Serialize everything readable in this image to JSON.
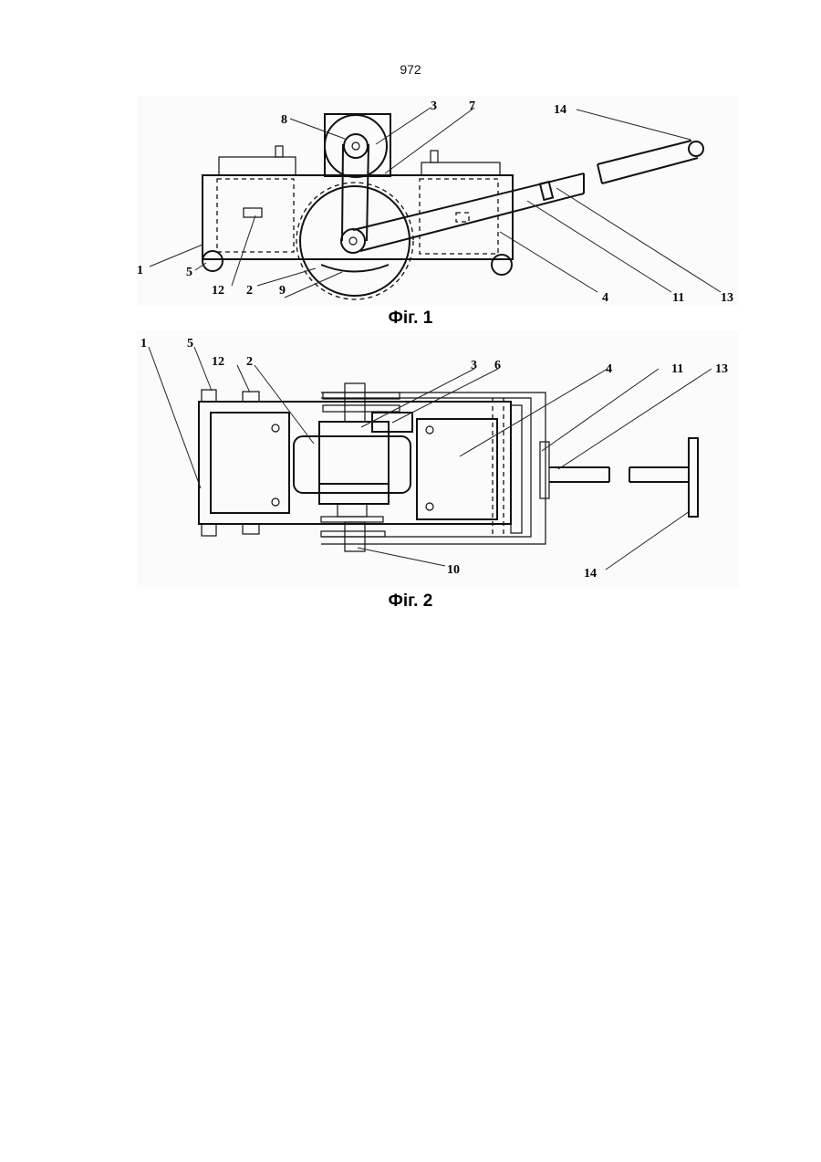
{
  "page": {
    "number": "972"
  },
  "figures": [
    {
      "caption": "Фіг. 1",
      "labels": [
        "14",
        "8",
        "3",
        "7",
        "1",
        "5",
        "12",
        "2",
        "9",
        "4",
        "11",
        "13"
      ]
    },
    {
      "caption": "Фіг. 2",
      "labels": [
        "1",
        "5",
        "12",
        "2",
        "3",
        "6",
        "4",
        "11",
        "13",
        "10",
        "14"
      ]
    }
  ]
}
